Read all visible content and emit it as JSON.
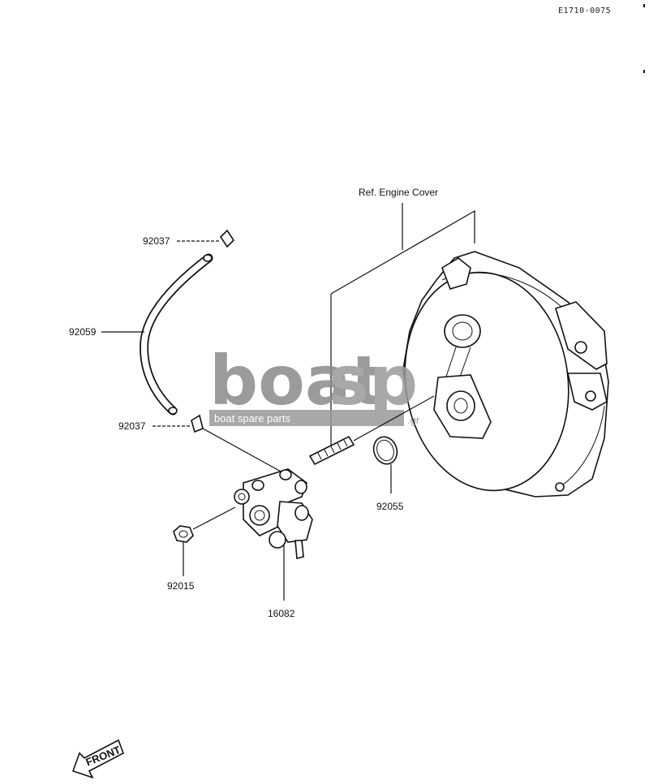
{
  "diagram_code": "E1710-0075",
  "reference_label": "Ref. Engine Cover",
  "part_numbers": {
    "clamp_upper": "92037",
    "hose": "92059",
    "clamp_lower": "92037",
    "o_ring": "92055",
    "plug": "92015",
    "pump_assembly": "16082"
  },
  "watermark": {
    "brand_left": "boat",
    "brand_right": "sp",
    "tagline": "boat spare parts",
    "tld": ".gr",
    "brand_left_color": "#8a8a8a",
    "brand_right_color": "#9a9a9a"
  },
  "front_label": "FRONT"
}
